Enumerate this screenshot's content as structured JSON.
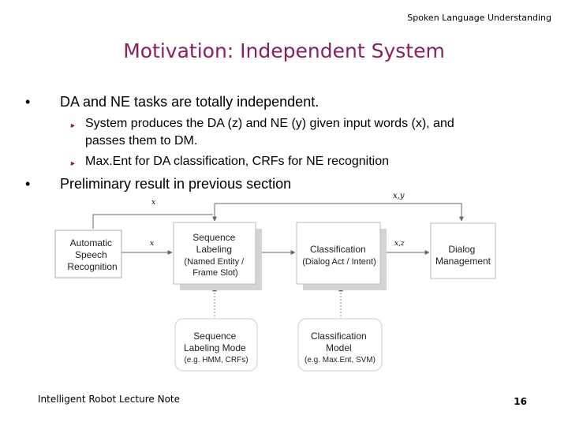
{
  "header": {
    "course": "Spoken Language Understanding"
  },
  "title": "Motivation: Independent System",
  "bullets": [
    {
      "text": "DA and NE tasks are totally independent."
    },
    {
      "text": "Preliminary result in previous section"
    }
  ],
  "sub_bullets": [
    {
      "line1": "System produces the DA (z) and NE (y) given input words (x), and",
      "line2": "passes them to DM."
    },
    {
      "line1": "Max.Ent for DA classification, CRFs for NE recognition"
    }
  ],
  "diagram": {
    "boxes": {
      "asr": [
        "Automatic",
        "Speech",
        "Recognition"
      ],
      "seq_label": [
        "Sequence",
        "Labeling",
        "(Named Entity /",
        "Frame Slot)"
      ],
      "classification": [
        "Classification",
        "(Dialog Act / Intent)"
      ],
      "dialog": [
        "Dialog",
        "Management"
      ],
      "seq_model": [
        "Sequence",
        "Labeling Mode",
        "(e.g. HMM, CRFs)"
      ],
      "class_model": [
        "Classification",
        "Model",
        "(e.g. Max.Ent, SVM)"
      ]
    },
    "edge_labels": {
      "top_x": "x",
      "top_xy": "x,y",
      "asr_to_seq": "x",
      "to_dm": "x,z"
    }
  },
  "footer": {
    "left": "Intelligent Robot Lecture Note",
    "page": "16"
  }
}
